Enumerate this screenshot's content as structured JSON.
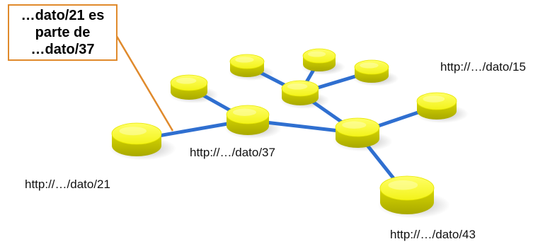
{
  "callout": {
    "lines": [
      "…dato/21 es",
      "parte de",
      "…dato/37"
    ],
    "border_color": "#e08a2c"
  },
  "labels": {
    "dato15": "http://…/dato/15",
    "dato37": "http://…/dato/37",
    "dato21": "http://…/dato/21",
    "dato43": "http://…/dato/43"
  },
  "colors": {
    "node_top": "#ffff33",
    "node_side": "#c8c800",
    "edge": "#2f6fd0",
    "callout_line": "#e08a2c"
  }
}
